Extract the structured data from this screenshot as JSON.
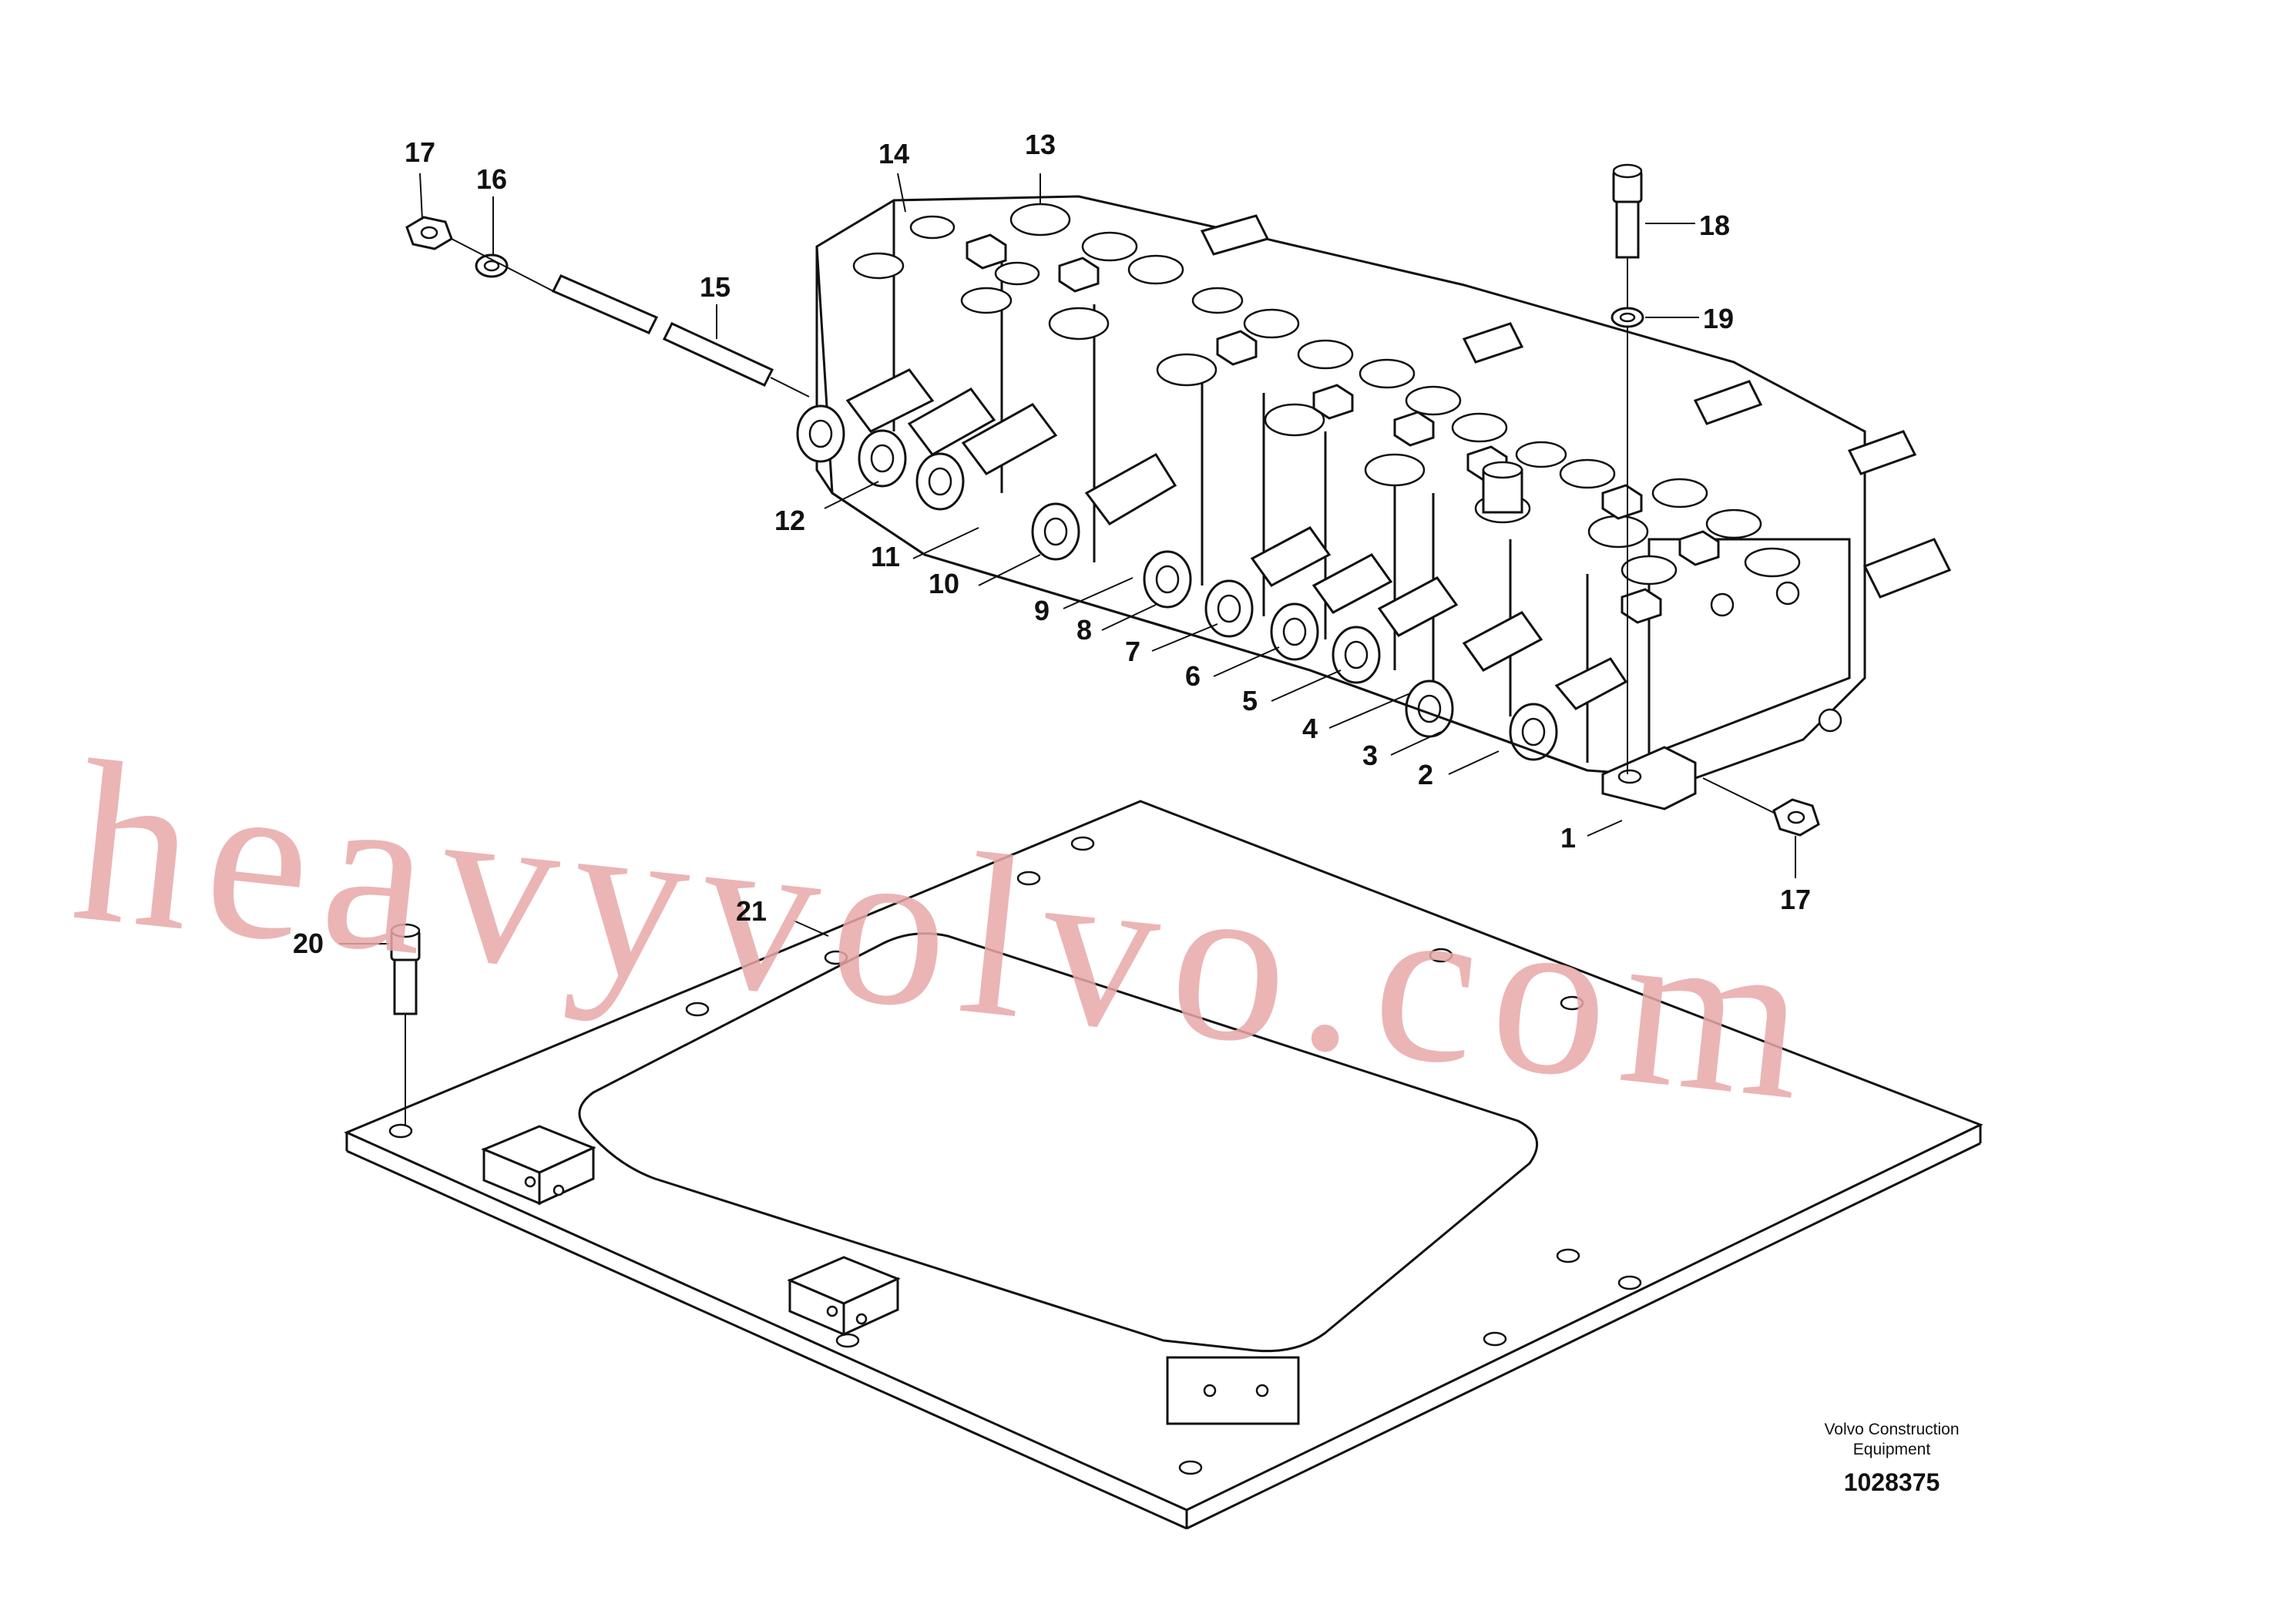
{
  "diagram": {
    "callouts": {
      "c1": "1",
      "c2": "2",
      "c3": "3",
      "c4": "4",
      "c5": "5",
      "c6": "6",
      "c7": "7",
      "c8": "8",
      "c9": "9",
      "c10": "10",
      "c11": "11",
      "c12": "12",
      "c13": "13",
      "c14": "14",
      "c15": "15",
      "c16": "16",
      "c17a": "17",
      "c17b": "17",
      "c18": "18",
      "c19": "19",
      "c20": "20",
      "c21": "21"
    },
    "watermark": "heavyvolvo.com",
    "credit_line1": "Volvo Construction",
    "credit_line2": "Equipment",
    "document_number": "1028375"
  },
  "colors": {
    "ink": "#111111",
    "watermark": "#e8a9a9",
    "background": "#ffffff"
  }
}
